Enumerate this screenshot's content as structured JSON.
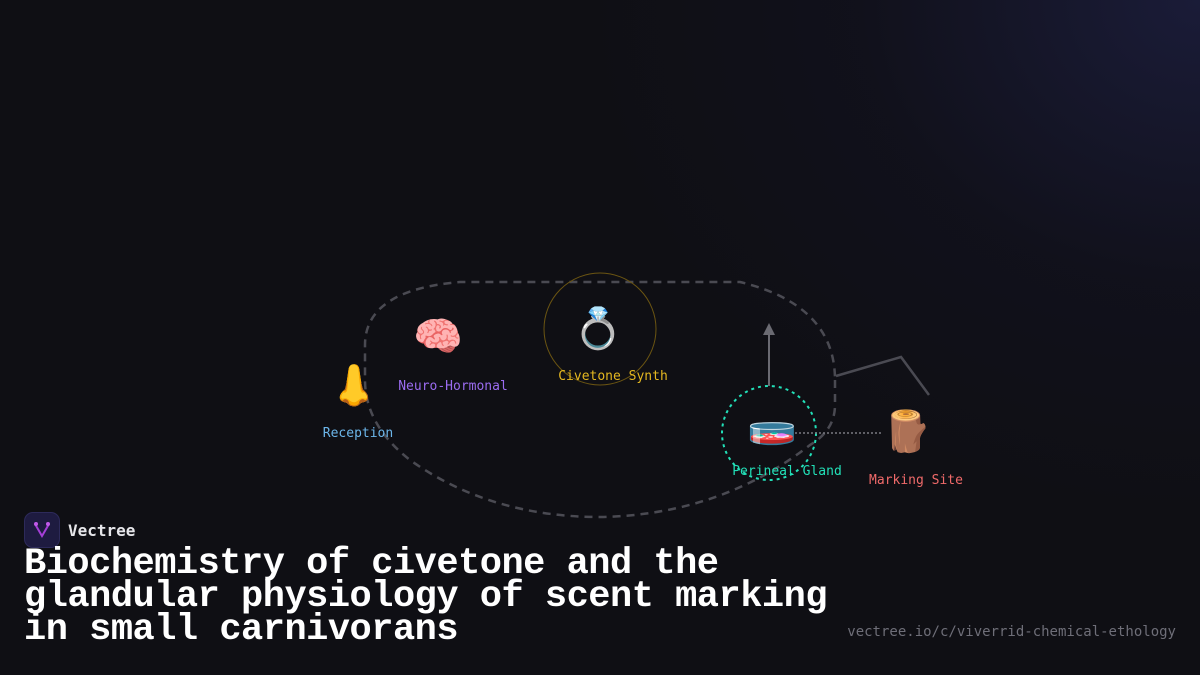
{
  "brand": {
    "name": "Vectree",
    "logo_icon": "vectree-logo-icon"
  },
  "title": {
    "lines": [
      "Biochemistry of civetone and the",
      "glandular physiology of scent marking",
      "in small carnivorans"
    ]
  },
  "url": "vectree.io/c/viverrid-chemical-ethology",
  "colors": {
    "background": "#0f0f14",
    "reception": "#6cb6ea",
    "neuro": "#9b6cf0",
    "civetone": "#e5b820",
    "perineal": "#22e0b8",
    "marking": "#f06a6a",
    "connector": "#4a4a52"
  },
  "nodes": [
    {
      "id": "reception",
      "label": "Reception",
      "icon": "nose-icon",
      "glyph": "👃"
    },
    {
      "id": "neuro",
      "label": "Neuro-Hormonal",
      "icon": "brain-icon",
      "glyph": "🧠"
    },
    {
      "id": "civetone",
      "label": "Civetone Synth",
      "icon": "ring-icon",
      "glyph": "💍"
    },
    {
      "id": "perineal",
      "label": "Perineal Gland",
      "icon": "petri-dish-icon",
      "glyph": "🧫"
    },
    {
      "id": "marking",
      "label": "Marking Site",
      "icon": "wood-log-icon",
      "glyph": "🪵"
    }
  ]
}
